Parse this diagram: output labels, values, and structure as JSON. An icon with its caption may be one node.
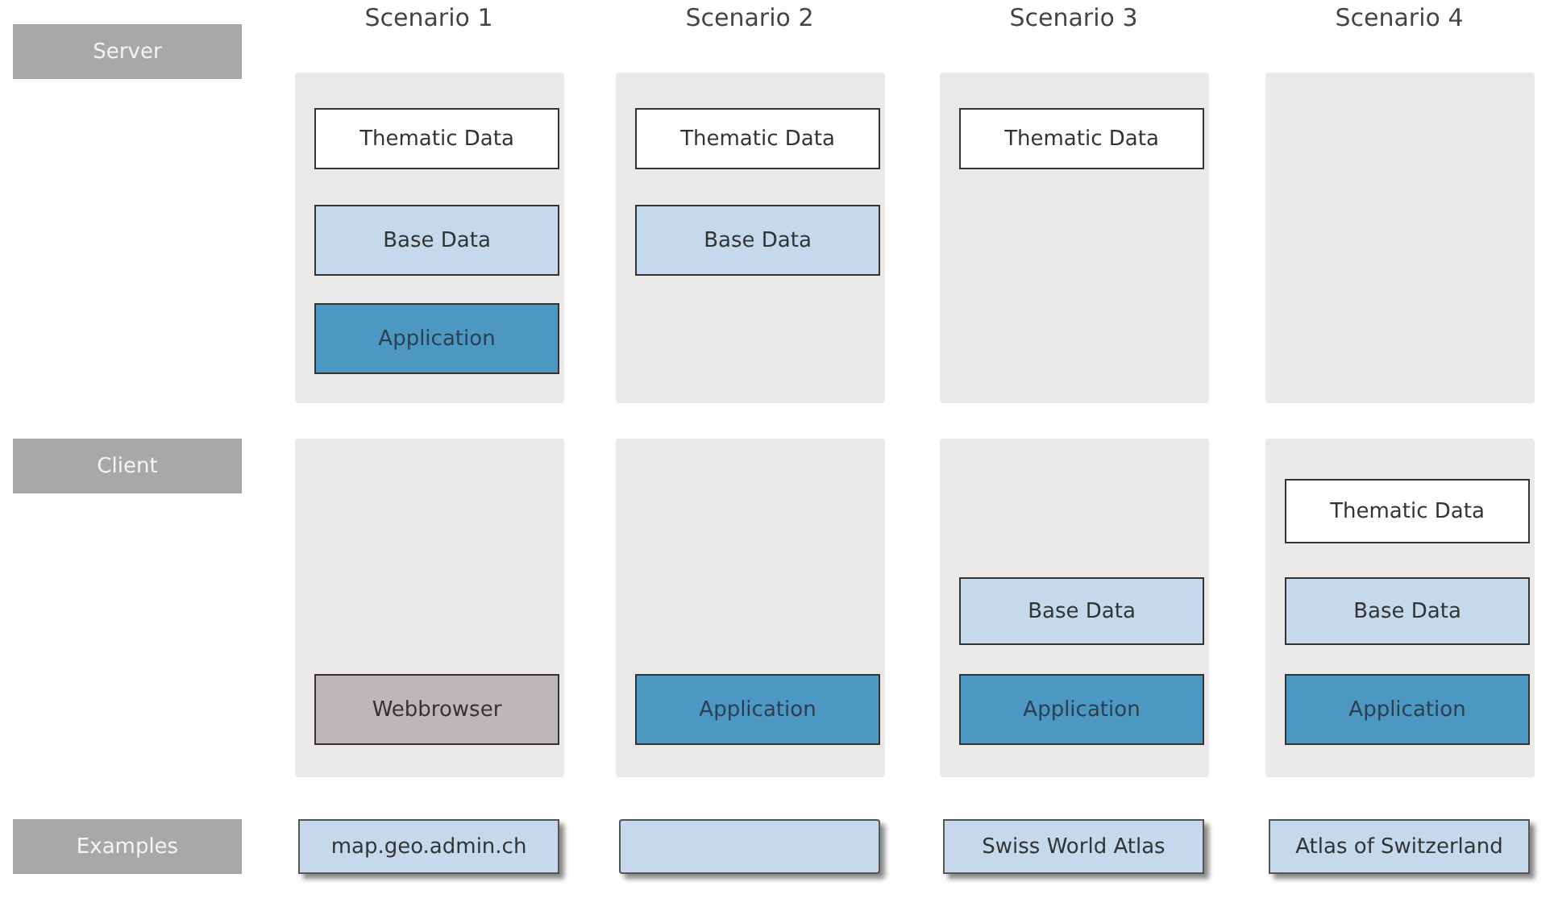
{
  "diagram": {
    "nodes": [
      {
        "text": [
          "Server"
        ]
      },
      {
        "text": [],
        "shape": "box"
      },
      {
        "text": [
          "Thematic Data"
        ],
        "in": 1
      },
      {
        "text": [
          "Base Data"
        ],
        "in": 1
      },
      {
        "text": [
          "Application"
        ],
        "in": 1
      },
      {
        "text": [],
        "shape": "box"
      },
      {
        "text": [
          "Thematic Data"
        ],
        "in": 5
      },
      {
        "text": [
          "Base Data"
        ],
        "in": 5
      },
      {
        "text": [],
        "shape": "box"
      },
      {
        "text": [
          "Thematic Data"
        ],
        "in": 8
      },
      {
        "text": [],
        "shape": "box"
      },
      {
        "text": [
          "Client"
        ]
      },
      {
        "text": [],
        "shape": "box"
      },
      {
        "text": [
          "Webbrowser"
        ],
        "in": 12
      },
      {
        "text": [],
        "shape": "box"
      },
      {
        "text": [
          "Application"
        ],
        "in": 14
      },
      {
        "text": [],
        "shape": "box"
      },
      {
        "text": [
          "Base Data"
        ],
        "in": 16
      },
      {
        "text": [
          "Application"
        ],
        "in": 16
      },
      {
        "text": [],
        "shape": "box"
      },
      {
        "text": [
          "Thematic Data"
        ],
        "in": 19
      },
      {
        "text": [
          "Base Data"
        ],
        "in": 19
      },
      {
        "text": [
          "Application"
        ],
        "in": 19
      },
      {
        "text": [
          "Examples"
        ]
      },
      {
        "text": [
          "map.geo.admin.ch"
        ]
      },
      {
        "text": [],
        "shape": "box"
      },
      {
        "text": [
          "Swiss World Atlas"
        ]
      },
      {
        "text": [
          "Atlas of Switzerland"
        ]
      }
    ],
    "labels": [
      "Scenario 1",
      "Scenario 2",
      "Scenario 3",
      "Scenario 4"
    ]
  }
}
